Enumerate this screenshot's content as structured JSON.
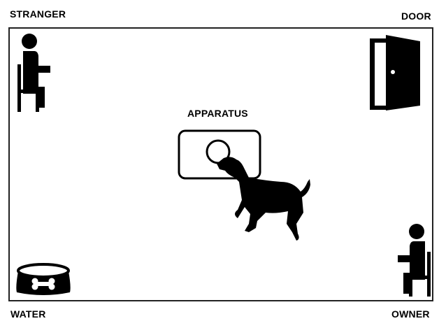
{
  "labels": {
    "stranger": "STRANGER",
    "door": "DOOR",
    "apparatus": "APPARATUS",
    "water": "WATER",
    "owner": "OWNER"
  },
  "icons": {
    "stranger": "seated-person-icon",
    "door": "open-door-icon",
    "apparatus": "apparatus-screen-icon",
    "dog": "dog-icon",
    "water": "dog-bowl-icon",
    "owner": "seated-person-icon"
  },
  "colors": {
    "ink": "#000000",
    "background": "#ffffff",
    "room_border": "#222222"
  }
}
